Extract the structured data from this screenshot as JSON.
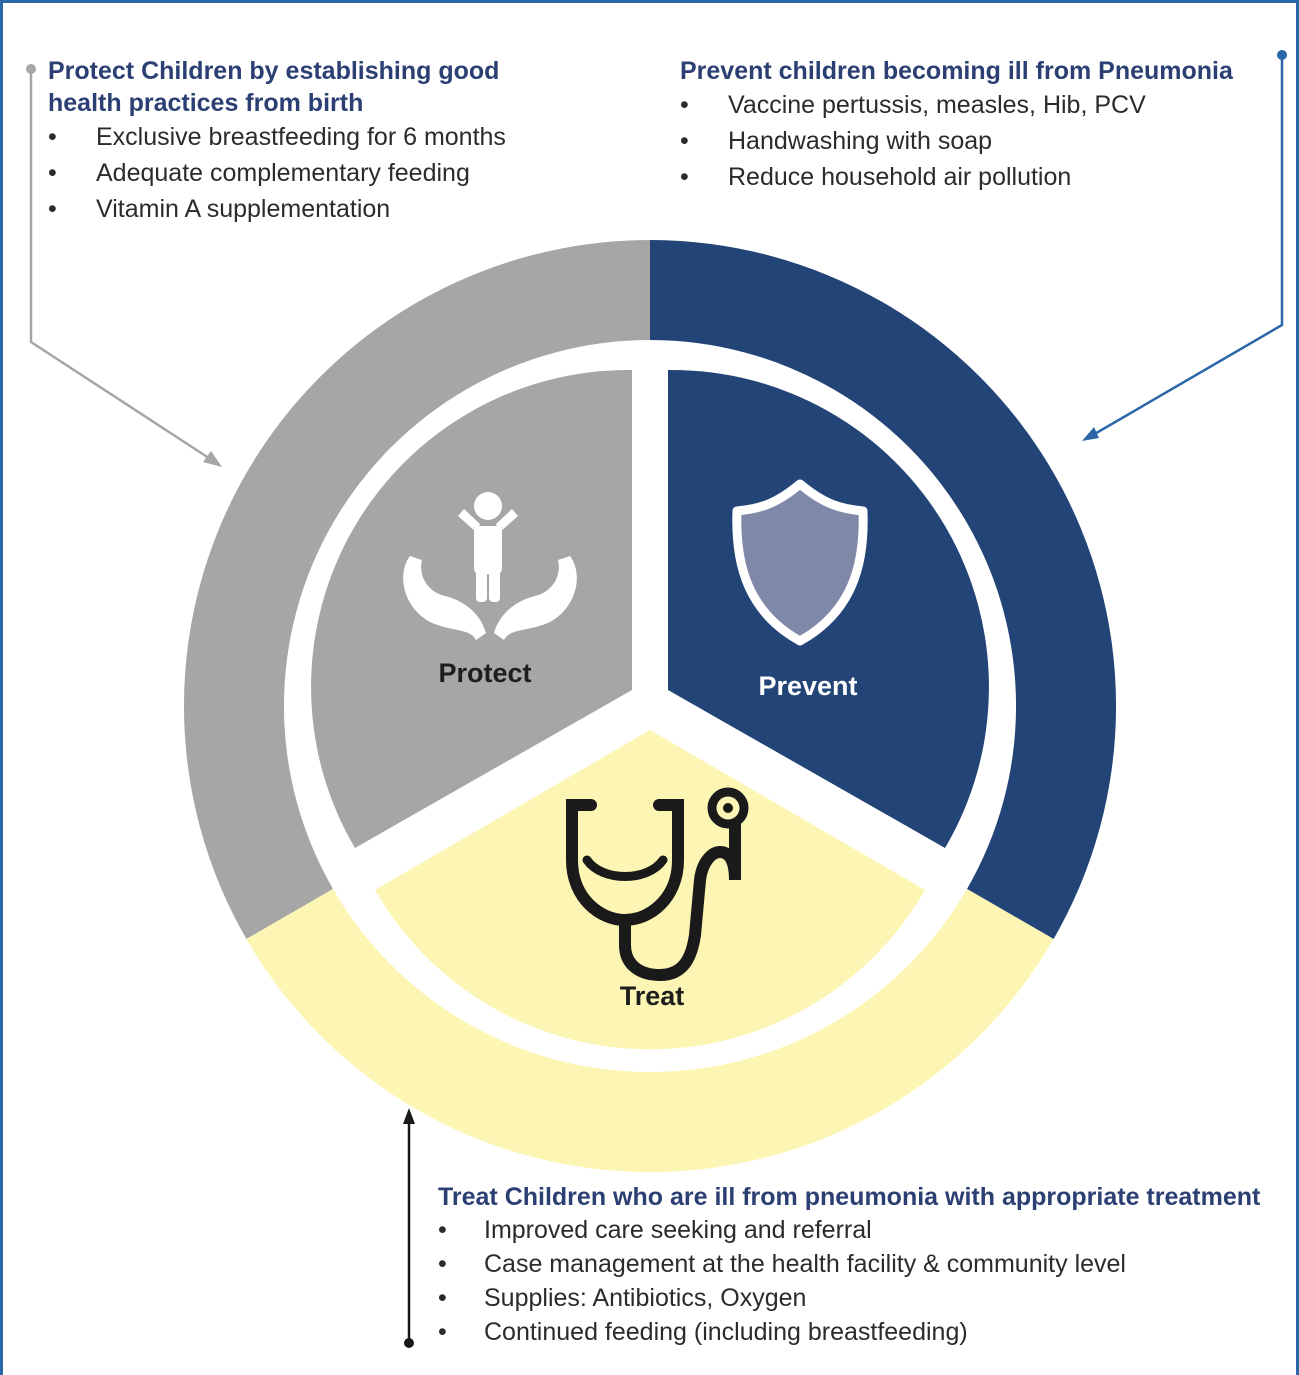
{
  "protect_panel": {
    "title_line1": "Protect Children by establishing good",
    "title_line2": "health practices from birth",
    "items": [
      "Exclusive breastfeeding for 6 months",
      "Adequate complementary feeding",
      "Vitamin A supplementation"
    ]
  },
  "prevent_panel": {
    "title": "Prevent children becoming ill from Pneumonia",
    "items": [
      "Vaccine pertussis, measles, Hib, PCV",
      "Handwashing with soap",
      "Reduce household air pollution"
    ]
  },
  "treat_panel": {
    "title": "Treat Children who are ill from pneumonia with appropriate treatment",
    "items": [
      "Improved care seeking and referral",
      "Case management at the health facility & community level",
      "Supplies: Antibiotics, Oxygen",
      "Continued feeding (including breastfeeding)"
    ]
  },
  "segments": {
    "protect": "Protect",
    "prevent": "Prevent",
    "treat": "Treat"
  },
  "bullet_char": "•",
  "colors": {
    "protect": "#a6a6a6",
    "prevent": "#234477",
    "treat": "#fcf5b3",
    "frame": "#2a66a8",
    "heading": "#2b3f73"
  }
}
